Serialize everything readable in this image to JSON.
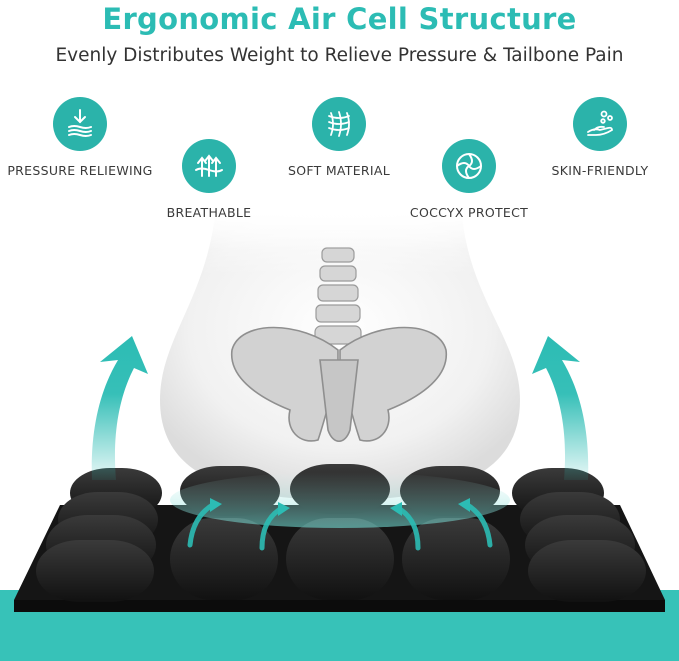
{
  "header": {
    "title": "Ergonomic Air Cell Structure",
    "subtitle": "Evenly Distributes Weight to Relieve Pressure & Tailbone Pain"
  },
  "features": [
    {
      "label": "PRESSURE RELIEWING",
      "icon": "pressure-relief-icon"
    },
    {
      "label": "BREATHABLE",
      "icon": "breathable-icon"
    },
    {
      "label": "SOFT MATERIAL",
      "icon": "soft-material-icon"
    },
    {
      "label": "COCCYX PROTECT",
      "icon": "coccyx-protect-icon"
    },
    {
      "label": "SKIN-FRIENDLY",
      "icon": "skin-friendly-icon"
    }
  ],
  "colors": {
    "accent": "#2cbcb4",
    "badge": "#2bb3aa",
    "cushion": "#1c1c1c",
    "base_stripe": "#37c2b8"
  }
}
